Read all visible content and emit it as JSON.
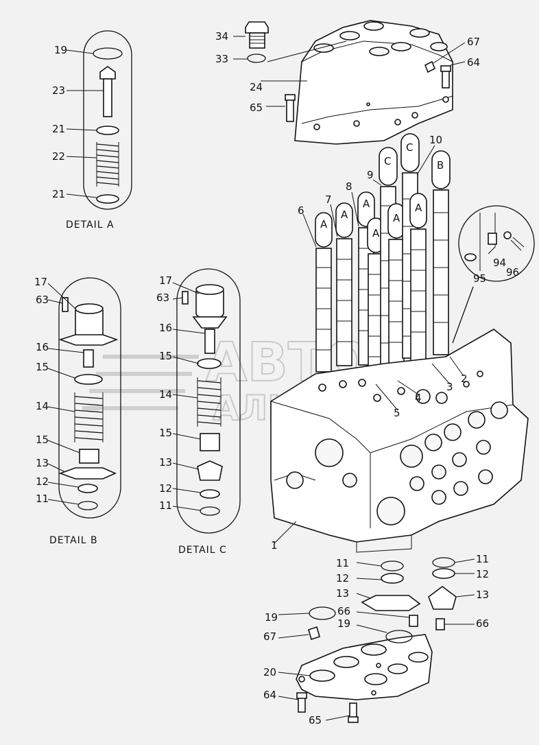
{
  "labels": {
    "n1": "1",
    "n2": "2",
    "n3": "3",
    "n4": "4",
    "n5": "5",
    "n6": "6",
    "n7": "7",
    "n8": "8",
    "n9": "9",
    "n10": "10",
    "n11": "11",
    "n12": "12",
    "n13": "13",
    "n14": "14",
    "n15": "15",
    "n16": "16",
    "n17": "17",
    "n19": "19",
    "n20": "20",
    "n21": "21",
    "n22": "22",
    "n23": "23",
    "n24": "24",
    "n33": "33",
    "n34": "34",
    "n63": "63",
    "n64": "64",
    "n65": "65",
    "n66": "66",
    "n67": "67",
    "n94": "94",
    "n95": "95",
    "n96": "96"
  },
  "spool_letters": {
    "a": "A",
    "b": "B",
    "c": "C"
  },
  "details": {
    "a": "DETAIL A",
    "b": "DETAIL B",
    "c": "DETAIL C"
  },
  "watermark": {
    "line1": "АВТО",
    "line2": "АЛЬЯНС"
  },
  "colors": {
    "background": "#f2f2f2",
    "ink": "#111111",
    "watermark": "#c9c9c9"
  }
}
